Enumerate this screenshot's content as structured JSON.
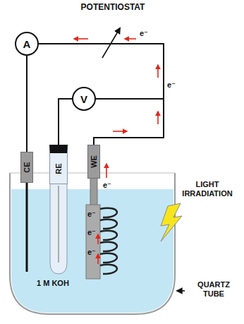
{
  "diagram": {
    "nodes": [
      {
        "text": [
          "A"
        ]
      },
      {
        "text": [
          "V"
        ]
      },
      {
        "text": [
          "CE"
        ]
      },
      {
        "text": [
          "RE"
        ]
      },
      {
        "text": [
          "WE"
        ]
      }
    ],
    "edges": [
      {
        "from": 0,
        "to": 2,
        "arrow": "none"
      },
      {
        "from": 1,
        "to": 3,
        "arrow": "none"
      },
      {
        "from": 1,
        "to": 4,
        "arrow": "none"
      },
      {
        "from": 0,
        "to": 4,
        "arrow": "none"
      }
    ],
    "labels": [
      "POTENTIOSTAT",
      "e⁻",
      "e⁻",
      "e⁻",
      "e⁻",
      "e⁻",
      "e⁻",
      "LIGHT IRRADIATION",
      "1 M KOH",
      "QUARTZ TUBE"
    ]
  }
}
